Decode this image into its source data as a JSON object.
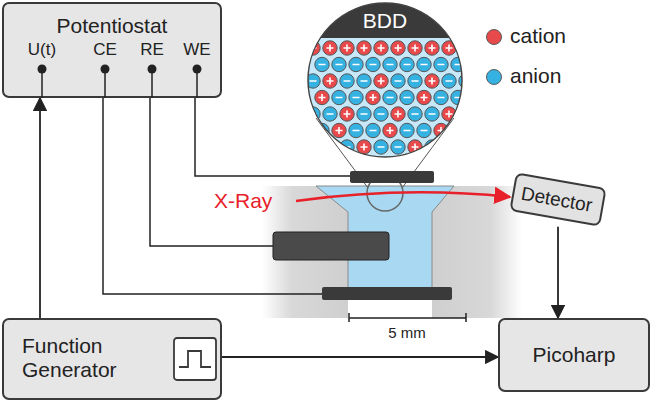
{
  "diagram": {
    "nodes": [
      {
        "text": [
          "Potentiostat",
          "U(t)",
          "CE",
          "RE",
          "WE"
        ]
      },
      {
        "text": [
          "BDD"
        ]
      },
      {
        "text": [
          "Detector"
        ]
      },
      {
        "text": [
          "Function Generator"
        ]
      },
      {
        "text": [
          "Picoharp"
        ]
      }
    ],
    "edges": [
      {
        "from": 3,
        "to": 0,
        "arrow": "to"
      },
      {
        "from": 3,
        "to": 4,
        "arrow": "to"
      },
      {
        "from": 2,
        "to": 4,
        "arrow": "to"
      }
    ],
    "labels": [
      "X-Ray",
      "5 mm"
    ],
    "legend": [
      {
        "text": "cation",
        "color": "#e84a4c"
      },
      {
        "text": "anion",
        "color": "#36b2e2"
      }
    ]
  }
}
